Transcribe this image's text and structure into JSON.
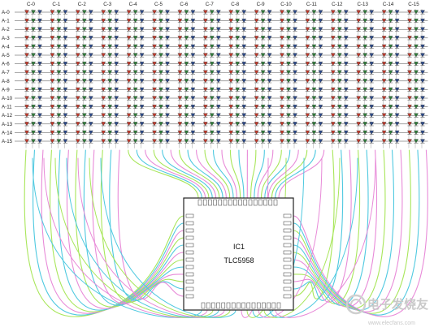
{
  "columns": [
    "C-0",
    "C-1",
    "C-2",
    "C-3",
    "C-4",
    "C-5",
    "C-6",
    "C-7",
    "C-8",
    "C-9",
    "C-10",
    "C-11",
    "C-12",
    "C-13",
    "C-14",
    "C-15"
  ],
  "rows": [
    "A-0",
    "A-1",
    "A-2",
    "A-3",
    "A-4",
    "A-5",
    "A-6",
    "A-7",
    "A-8",
    "A-9",
    "A-10",
    "A-11",
    "A-12",
    "A-13",
    "A-14",
    "A-15"
  ],
  "chip": {
    "ref": "IC1",
    "part": "TLC5958"
  },
  "watermark": {
    "main": "电子发烧友",
    "sub": "www.elecfans.com"
  },
  "colors": {
    "led_red": "#c0392b",
    "led_green": "#2f7d3a",
    "led_blue": "#2c4a8a",
    "wire_green": "#a8e65a",
    "wire_cyan": "#4fc9e0",
    "wire_pink": "#e88ad8",
    "chip_border": "#222222"
  },
  "icons": {
    "led": "rgb-led-icon",
    "pin": "ic-pin-icon"
  }
}
